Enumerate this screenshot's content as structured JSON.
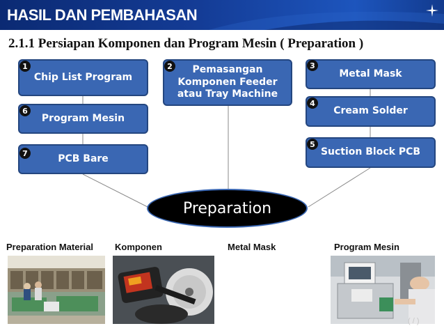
{
  "header": {
    "title": "HASIL DAN PEMBAHASAN",
    "icon": "star-sparkle-icon"
  },
  "subtitle": "2.1.1  Persiapan Komponen dan Program Mesin ( Preparation )",
  "steps": [
    {
      "num": "1",
      "label": "Chip List Program"
    },
    {
      "num": "2",
      "label": "Pemasangan Komponen Feeder atau Tray Machine"
    },
    {
      "num": "3",
      "label": "Metal Mask"
    },
    {
      "num": "4",
      "label": "Cream Solder"
    },
    {
      "num": "5",
      "label": "Suction Block PCB"
    },
    {
      "num": "6",
      "label": "Program Mesin"
    },
    {
      "num": "7",
      "label": "PCB Bare"
    }
  ],
  "center": {
    "label": "Preparation"
  },
  "captions": [
    "Preparation Material",
    "Komponen",
    "Metal Mask",
    "Program Mesin"
  ],
  "page_number": "( / )",
  "colors": {
    "header": "#143c96",
    "box": "#3a67b3",
    "box_border": "#24467f",
    "center": "#000000"
  }
}
